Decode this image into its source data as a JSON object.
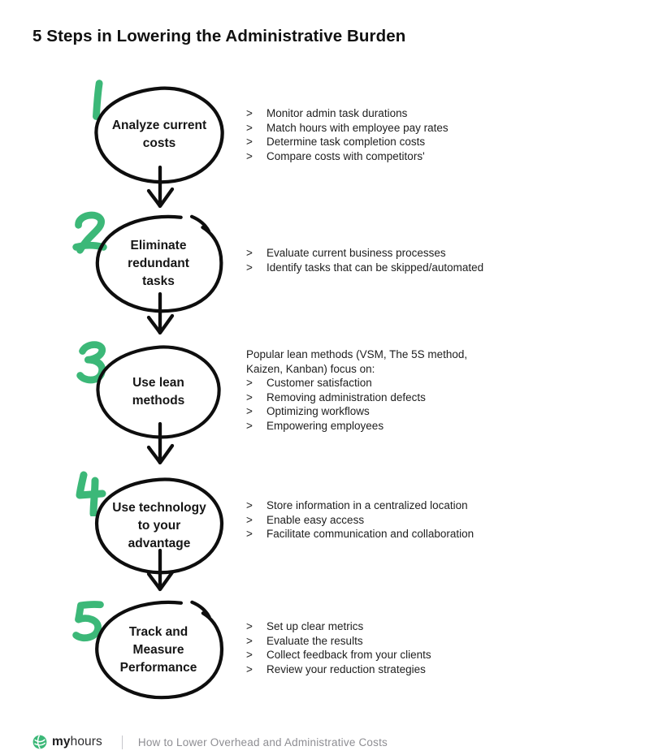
{
  "page": {
    "title": "5 Steps in Lowering the Administrative Burden"
  },
  "ui": {
    "bullet_marker": ">",
    "colors": {
      "accent_green": "#3cb878",
      "ink": "#161616",
      "body_text": "#202020",
      "muted_gray": "#8e8e93"
    },
    "icons": {
      "connector": "down-arrow-icon",
      "logo": "myhours-logo-icon"
    }
  },
  "steps": [
    {
      "number": "1",
      "label": "Analyze current costs",
      "bullets": [
        "Monitor admin task durations",
        "Match hours with employee pay rates",
        "Determine task completion costs",
        "Compare costs with competitors'"
      ]
    },
    {
      "number": "2",
      "label": "Eliminate redundant tasks",
      "bullets": [
        "Evaluate current business processes",
        "Identify tasks that can be skipped/automated"
      ]
    },
    {
      "number": "3",
      "label": "Use lean methods",
      "intro": "Popular lean methods (VSM, The 5S method, Kaizen, Kanban) focus on:",
      "bullets": [
        "Customer satisfaction",
        "Removing administration defects",
        "Optimizing workflows",
        "Empowering employees"
      ]
    },
    {
      "number": "4",
      "label": "Use technology to your advantage",
      "bullets": [
        "Store information in a centralized location",
        "Enable easy access",
        "Facilitate communication and collaboration"
      ]
    },
    {
      "number": "5",
      "label": "Track and Measure Performance",
      "bullets": [
        "Set up clear metrics",
        "Evaluate the results",
        "Collect feedback from your clients",
        "Review your reduction strategies"
      ]
    }
  ],
  "footer": {
    "brand_prefix": "my",
    "brand_suffix": "hours",
    "caption": "How to Lower Overhead and Administrative Costs"
  }
}
